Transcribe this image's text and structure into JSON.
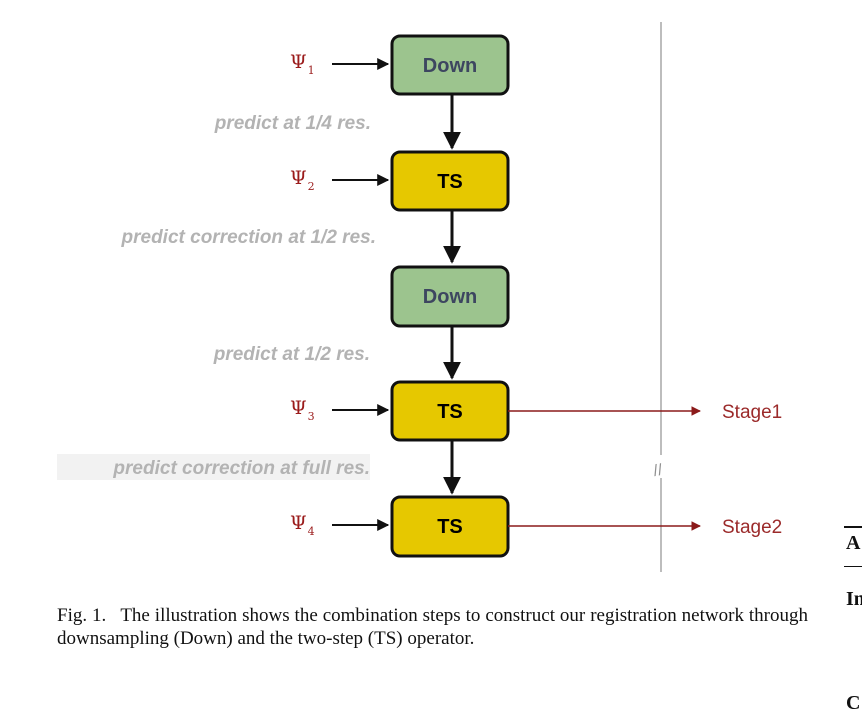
{
  "diagram": {
    "boxes": [
      {
        "label": "Down",
        "kind": "down",
        "fill": "#9cc48e",
        "text_color": "#3d4660"
      },
      {
        "label": "TS",
        "kind": "ts",
        "fill": "#e6c800",
        "text_color": "#000000"
      },
      {
        "label": "Down",
        "kind": "down",
        "fill": "#9cc48e",
        "text_color": "#3d4660"
      },
      {
        "label": "TS",
        "kind": "ts",
        "fill": "#e6c800",
        "text_color": "#000000"
      },
      {
        "label": "TS",
        "kind": "ts",
        "fill": "#e6c800",
        "text_color": "#000000"
      }
    ],
    "notes": [
      "predict at 1/4 res.",
      "predict correction at 1/2 res.",
      "predict at 1/2 res.",
      "predict correction at full res."
    ],
    "inputs": [
      {
        "symbol": "Ψ",
        "sub": "1"
      },
      {
        "symbol": "Ψ",
        "sub": "2"
      },
      {
        "symbol": "Ψ",
        "sub": "3"
      },
      {
        "symbol": "Ψ",
        "sub": "4"
      }
    ],
    "outputs": [
      "Stage1",
      "Stage2"
    ],
    "break_mark": "//",
    "colors": {
      "arrow": "#111111",
      "output_arrow": "#8b1a1a",
      "psi": "#9b1c1c",
      "note": "#b3b3b3",
      "divider": "#bdbdbd"
    }
  },
  "caption": {
    "label": "Fig. 1.",
    "text": "The illustration shows the combination steps to construct our registration network through downsampling (Down) and the two-step (TS) operator."
  },
  "side_column": {
    "a": "A",
    "in": "In",
    "c": "C"
  }
}
